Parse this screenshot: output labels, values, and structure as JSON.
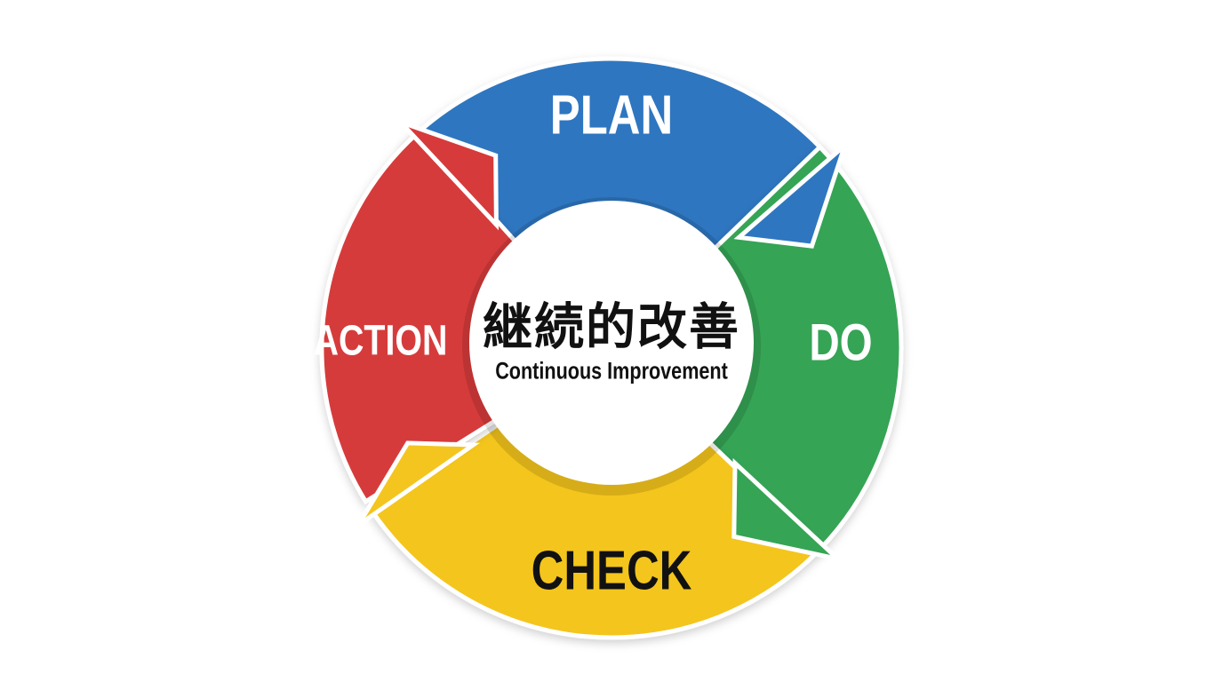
{
  "title": {
    "japanese": "継続的改善",
    "english": "Continuous Improvement"
  },
  "stages": [
    {
      "label": "PLAN",
      "color": "#2f76c0"
    },
    {
      "label": "DO",
      "color": "#35a454"
    },
    {
      "label": "CHECK",
      "color": "#f4c51f"
    },
    {
      "label": "ACTION",
      "color": "#d63a3a"
    }
  ]
}
